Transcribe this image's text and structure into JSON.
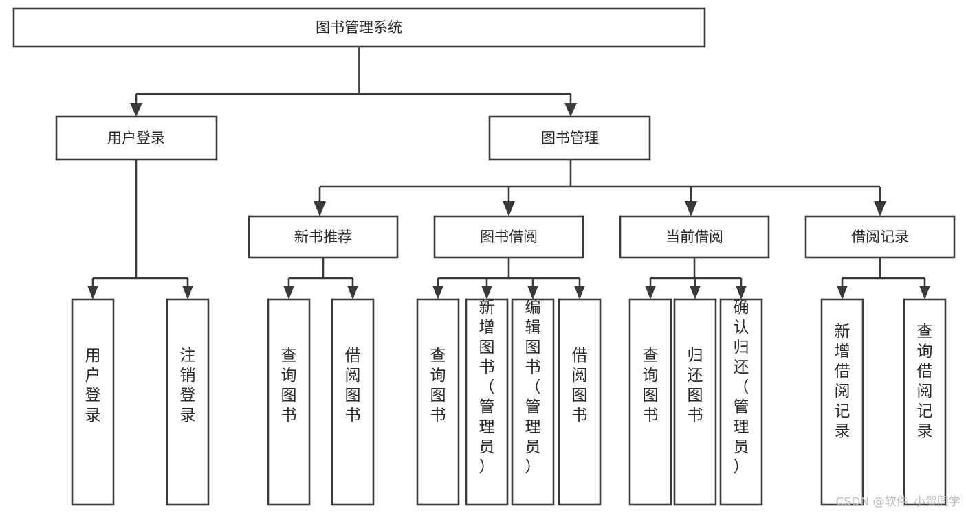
{
  "diagram": {
    "type": "tree-hierarchy",
    "title": "图书管理系统",
    "watermark": "CSDN @软件_小贺同学",
    "colors": {
      "stroke": "#3a3a3a",
      "box_fill": "#ffffff",
      "text": "#2b2b2b",
      "background": "#ffffff",
      "watermark": "#b9b9b9"
    },
    "root": {
      "label": "图书管理系统",
      "orientation": "horizontal"
    },
    "level2": [
      {
        "label": "用户登录",
        "orientation": "horizontal"
      },
      {
        "label": "图书管理",
        "orientation": "horizontal"
      }
    ],
    "level3": [
      {
        "label": "新书推荐",
        "orientation": "horizontal"
      },
      {
        "label": "图书借阅",
        "orientation": "horizontal"
      },
      {
        "label": "当前借阅",
        "orientation": "horizontal"
      },
      {
        "label": "借阅记录",
        "orientation": "horizontal"
      }
    ],
    "leaves": {
      "user_login": [
        {
          "label": "用户登录",
          "orientation": "vertical"
        },
        {
          "label": "注销登录",
          "orientation": "vertical"
        }
      ],
      "new_book_recommend": [
        {
          "label": "查询图书",
          "orientation": "vertical"
        },
        {
          "label": "借阅图书",
          "orientation": "vertical"
        }
      ],
      "book_borrow": [
        {
          "label": "查询图书",
          "orientation": "vertical"
        },
        {
          "label": "新增图书（管理员）",
          "orientation": "vertical"
        },
        {
          "label": "编辑图书（管理员）",
          "orientation": "vertical"
        },
        {
          "label": "借阅图书",
          "orientation": "vertical"
        }
      ],
      "current_borrow": [
        {
          "label": "查询图书",
          "orientation": "vertical"
        },
        {
          "label": "归还图书",
          "orientation": "vertical"
        },
        {
          "label": "确认归还（管理员）",
          "orientation": "vertical"
        }
      ],
      "borrow_record": [
        {
          "label": "新增借阅记录",
          "orientation": "vertical"
        },
        {
          "label": "查询借阅记录",
          "orientation": "vertical"
        }
      ]
    }
  }
}
